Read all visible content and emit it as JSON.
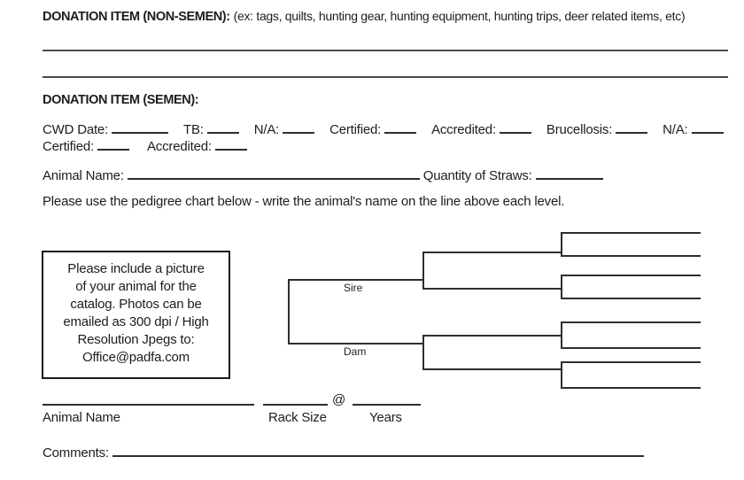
{
  "page": {
    "non_semen_heading": "DONATION ITEM (NON-SEMEN):",
    "non_semen_hint": "(ex: tags, quilts, hunting gear, hunting equipment, hunting trips, deer related items, etc)",
    "semen_heading": "DONATION ITEM (SEMEN):",
    "fields_row1": [
      "CWD Date:",
      "TB:",
      "N/A:",
      "Certified:",
      "Accredited:",
      "Brucellosis:",
      "N/A:"
    ],
    "fields_row2": [
      "Certified:",
      "Accredited:"
    ],
    "animal_name_label": "Animal Name:",
    "quantity_label": "Quantity of Straws:",
    "pedigree_instruction": "Please use the pedigree chart below - write the animal's name on the line above each level.",
    "photo_box_lines": [
      "Please include a picture",
      "of your animal for the",
      "catalog. Photos can be",
      "emailed as 300 dpi / High",
      "Resolution Jpegs to:",
      "Office@padfa.com"
    ],
    "pedigree": {
      "sire_label": "Sire",
      "dam_label": "Dam"
    },
    "bottom_row": {
      "animal_name_label": "Animal Name",
      "at_symbol": "@",
      "rack_size_label": "Rack Size",
      "years_label": "Years"
    },
    "comments_label": "Comments:"
  }
}
